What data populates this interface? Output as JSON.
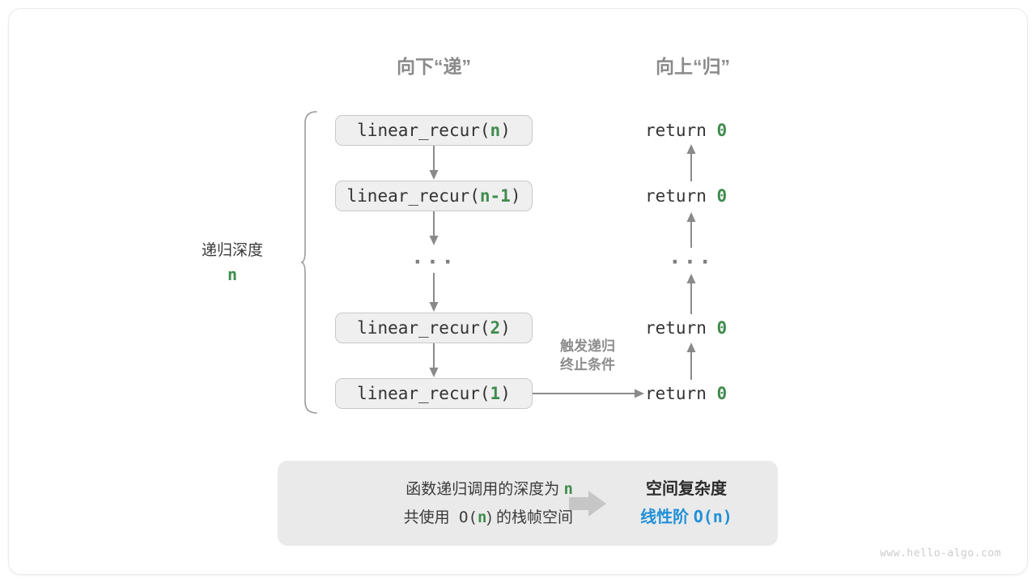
{
  "diagram": {
    "title_down": "向下“递”",
    "title_up": "向上“归”",
    "depth_label": {
      "text": "递归深度",
      "value": "n"
    },
    "trigger_label_line1": "触发递归",
    "trigger_label_line2": "终止条件",
    "call_stack": [
      {
        "prefix": "linear_recur(",
        "arg": "n",
        "suffix": ")"
      },
      {
        "prefix": "linear_recur(",
        "arg": "n-1",
        "suffix": ")"
      },
      {
        "ellipsis": "···"
      },
      {
        "prefix": "linear_recur(",
        "arg": "2",
        "suffix": ")"
      },
      {
        "prefix": "linear_recur(",
        "arg": "1",
        "suffix": ")"
      }
    ],
    "returns": [
      {
        "keyword": "return",
        "value": "0"
      },
      {
        "keyword": "return",
        "value": "0"
      },
      {
        "ellipsis": "···"
      },
      {
        "keyword": "return",
        "value": "0"
      },
      {
        "keyword": "return",
        "value": "0"
      }
    ],
    "summary": {
      "line1_pre": "函数递归调用的深度为 ",
      "line1_var": "n",
      "line2_pre": "共使用 O(",
      "line2_var": "n",
      "line2_post": ") 的栈帧空间",
      "result_title": "空间复杂度",
      "result_label": "线性阶 ",
      "result_value": "O(n)"
    },
    "watermark": "www.hello-algo.com",
    "colors": {
      "green": "#3f8c4e",
      "blue": "#2090d8",
      "gray_text": "#8a8a8a",
      "box_fill": "#efefef",
      "box_border": "#c9c9c9",
      "summary_fill": "#eaeaea",
      "arrow": "#8a8a8a"
    }
  }
}
